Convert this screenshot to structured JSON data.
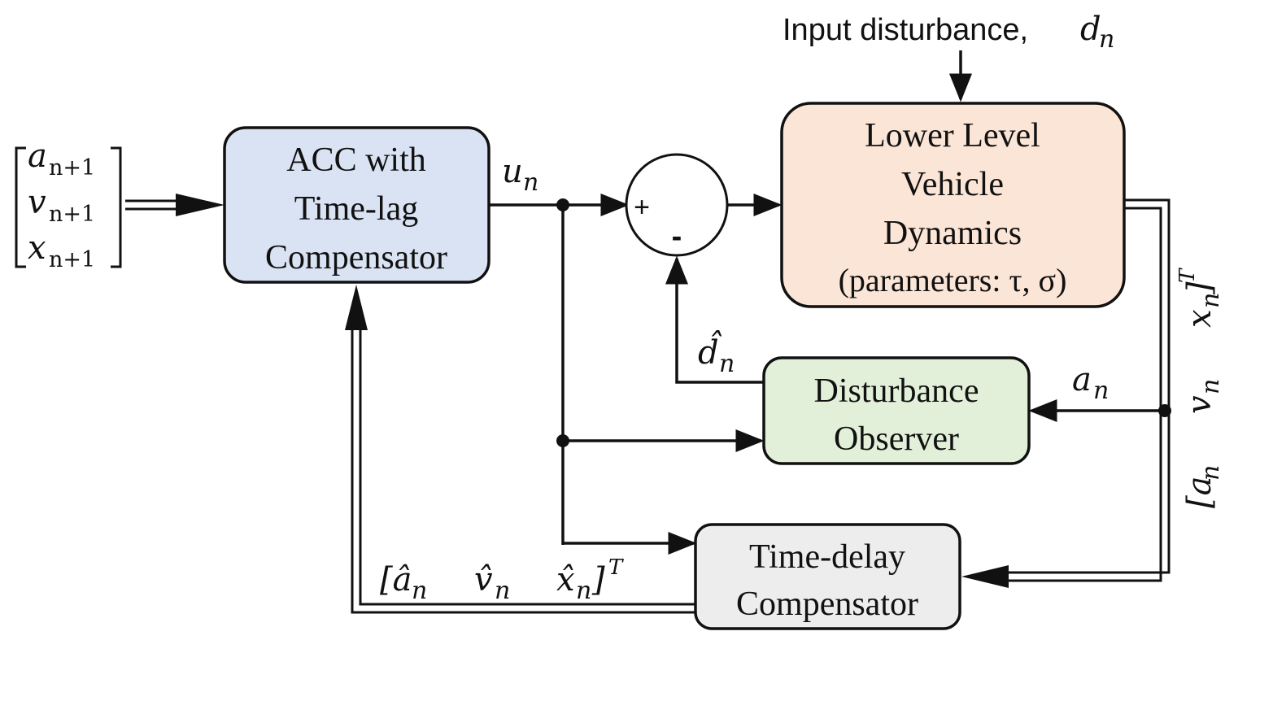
{
  "top_input": {
    "label": "Input disturbance,",
    "symbol": "d",
    "subscript": "n"
  },
  "blocks": {
    "acc": {
      "lines": [
        "ACC with",
        "Time-lag",
        "Compensator"
      ],
      "fill": "#dae3f3"
    },
    "plant": {
      "lines": [
        "Lower Level",
        "Vehicle",
        "Dynamics",
        "(parameters: τ, σ)"
      ],
      "fill": "#fbe5d6"
    },
    "observer": {
      "lines": [
        "Disturbance",
        "Observer"
      ],
      "fill": "#e2f0d9"
    },
    "delay": {
      "lines": [
        "Time-delay",
        "Compensator"
      ],
      "fill": "#ededed"
    }
  },
  "summing_junction": {
    "plus": "+",
    "minus": "-"
  },
  "signals": {
    "input_vector": [
      "a",
      "v",
      "x"
    ],
    "input_subscript": "n+1",
    "control": "u",
    "control_sub": "n",
    "disturbance_estimate": "d̂",
    "disturbance_estimate_sub": "n",
    "acceleration": "a",
    "acceleration_sub": "n",
    "state_vector": [
      "[a",
      "v",
      "x"
    ],
    "state_vector_sub": "n",
    "state_vector_close": "]",
    "transpose": "T",
    "estimate_vector": [
      "[â",
      "v̂",
      "x̂"
    ],
    "estimate_vector_sub": "n"
  }
}
